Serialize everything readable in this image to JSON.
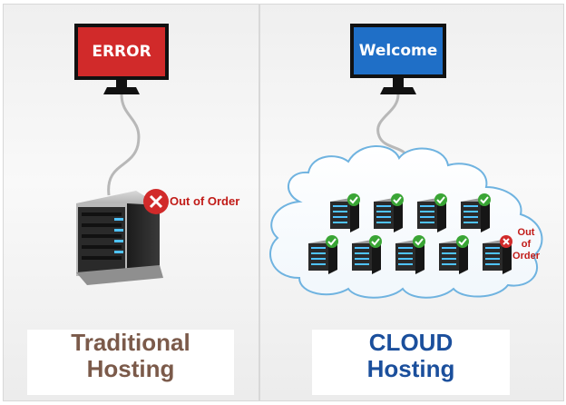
{
  "left": {
    "screen_text": "ERROR",
    "status_text": "Out of Order",
    "label_line1": "Traditional",
    "label_line2": "Hosting"
  },
  "right": {
    "screen_text": "Welcome",
    "status_lines": [
      "Out",
      "of",
      "Order"
    ],
    "label_line1": "CLOUD",
    "label_line2": "Hosting",
    "servers_total": 9,
    "servers_ok": 8,
    "servers_failed": 1
  },
  "colors": {
    "error_screen": "#d12a2a",
    "welcome_screen": "#1f6fc7",
    "cloud_outline": "#6fb3e0",
    "ok_badge": "#3aa535",
    "fail_badge": "#d12a2a",
    "traditional_label": "#7b5a4a",
    "cloud_label": "#1b4f9c"
  },
  "icons": [
    "monitor-icon",
    "server-tower-icon",
    "server-icon",
    "checkmark-icon",
    "x-mark-icon",
    "cloud-icon",
    "cable-icon"
  ]
}
